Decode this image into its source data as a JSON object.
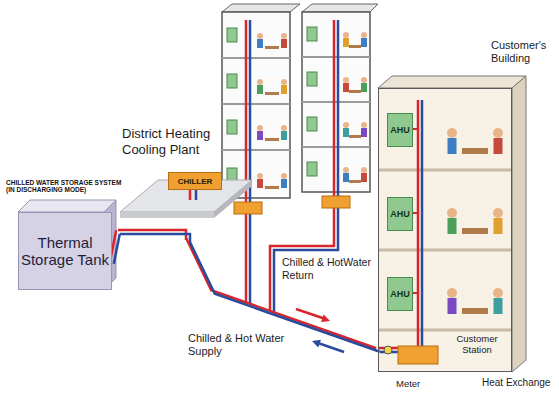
{
  "diagram": {
    "nodes": [
      {
        "text": [
          "Thermal Storage Tank"
        ]
      },
      {
        "text": [
          "District Heating Cooling Plant"
        ]
      },
      {
        "text": [
          "CHILLER"
        ],
        "in": 1
      },
      {
        "text": [
          "Customer's Building"
        ]
      },
      {
        "text": [
          "AHU"
        ],
        "in": 3
      },
      {
        "text": [
          "AHU"
        ],
        "in": 3
      },
      {
        "text": [
          "AHU"
        ],
        "in": 3
      }
    ],
    "edges": [
      {
        "from": 0,
        "to": 1,
        "arrow": "none"
      },
      {
        "from": 1,
        "to": 3,
        "arrow": "none"
      }
    ],
    "labels": [
      "CHILLED WATER STORAGE SYSTEM (IN DISCHARGING MODE)",
      "Chilled & HotWater Return",
      "Chilled & Hot Water Supply",
      "Customer Station",
      "Heat Exchange",
      "Meter"
    ]
  }
}
